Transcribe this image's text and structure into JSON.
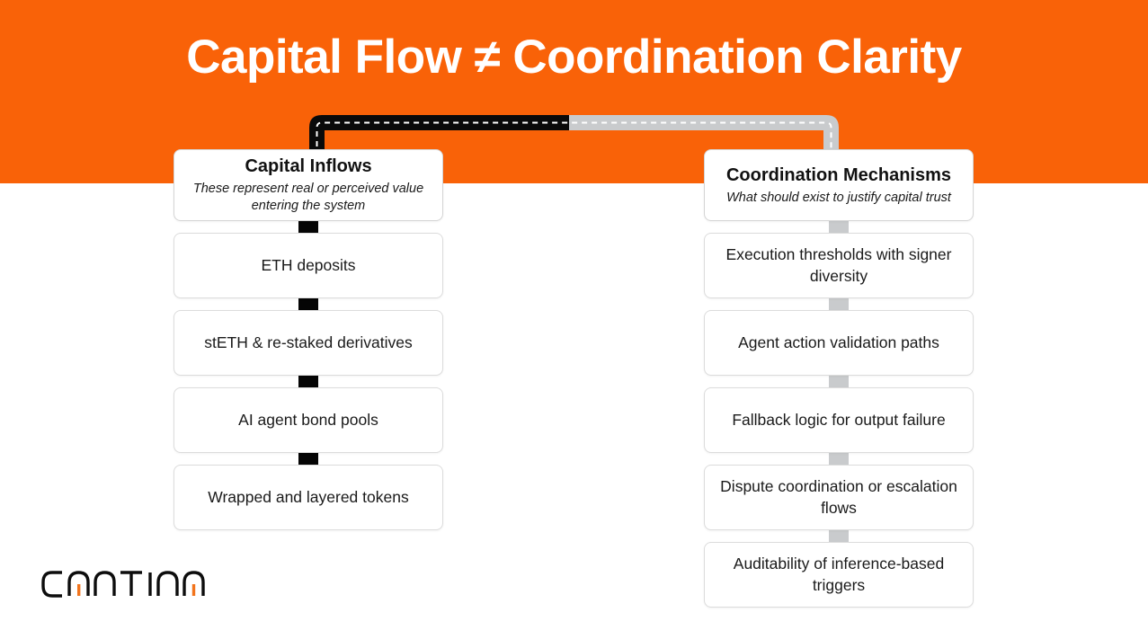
{
  "slide": {
    "title": "Capital Flow ≠ Coordination Clarity",
    "background_color": "#ffffff",
    "header_band_color": "#f96208"
  },
  "bracket": {
    "name": "top-bracket-connector",
    "left_color": "#0a0a0a",
    "right_color": "#c9cbcd",
    "inner_dash_color": "#ffffff"
  },
  "columns": {
    "left": {
      "header": {
        "title": "Capital Inflows",
        "subtitle": "These represent real or perceived value entering the system"
      },
      "connector_color": "#050505",
      "items": [
        {
          "label": "ETH deposits"
        },
        {
          "label": "stETH & re-staked derivatives"
        },
        {
          "label": "AI agent bond pools"
        },
        {
          "label": "Wrapped and layered tokens"
        }
      ]
    },
    "right": {
      "header": {
        "title": "Coordination Mechanisms",
        "subtitle": "What should exist to justify capital trust"
      },
      "connector_color": "#c9cbcd",
      "items": [
        {
          "label": "Execution thresholds with signer diversity"
        },
        {
          "label": "Agent action validation paths"
        },
        {
          "label": "Fallback logic for output failure"
        },
        {
          "label": "Dispute coordination or escalation flows"
        },
        {
          "label": "Auditability of inference-based triggers"
        }
      ]
    }
  },
  "logo": {
    "text": "CANTINA",
    "mark_color": "#0d0d0d",
    "accent_color": "#f2741c"
  }
}
